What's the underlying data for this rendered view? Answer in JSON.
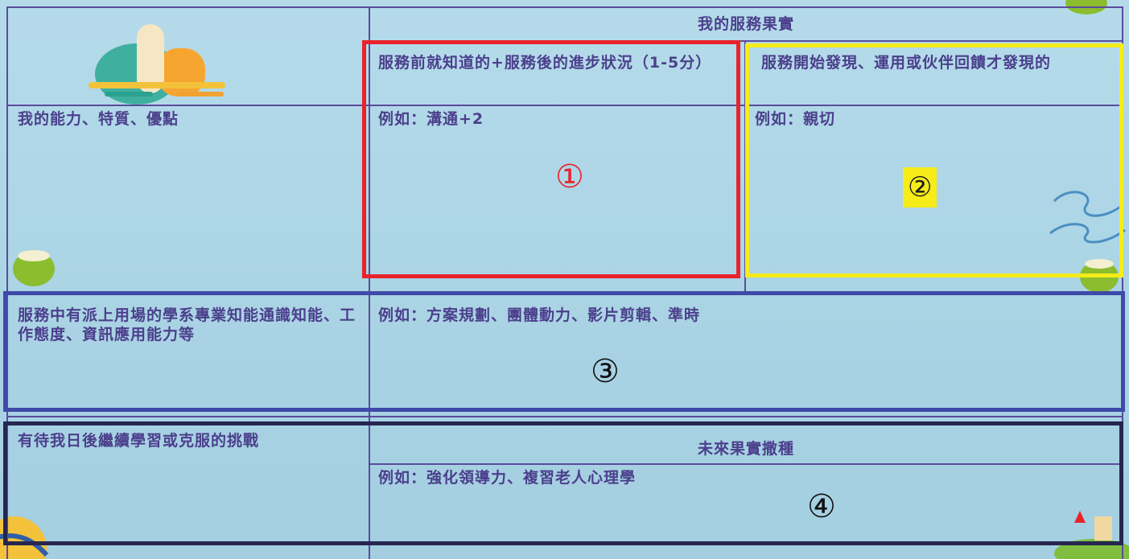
{
  "header": {
    "title": "我的服務果實"
  },
  "abilities": {
    "label": "我的能力、特質、優點"
  },
  "column1": {
    "heading": "服務前就知道的+服務後的進步狀況（1-5分）",
    "example": "例如：溝通+2"
  },
  "column2": {
    "heading": "服務開始發現、運用或伙伴回饋才發現的",
    "example": "例如：親切"
  },
  "knowledge": {
    "label": "服務中有派上用場的學系專業知能通識知能、工作態度、資訊應用能力等",
    "example": "例如：方案規劃、團體動力、影片剪輯、準時"
  },
  "challenge": {
    "label": "有待我日後繼續學習或克服的挑戰"
  },
  "future": {
    "heading": "未來果實撒種",
    "example": "例如：強化領導力、複習老人心理學"
  },
  "markers": {
    "m1": "①",
    "m2": "②",
    "m3": "③",
    "m4": "④"
  },
  "colors": {
    "line": "#5a4c9c",
    "text": "#4b3f8c",
    "red": "#e8232b",
    "yellow": "#f5ec1a",
    "blue": "#3f4aa8",
    "dark": "#262651"
  }
}
